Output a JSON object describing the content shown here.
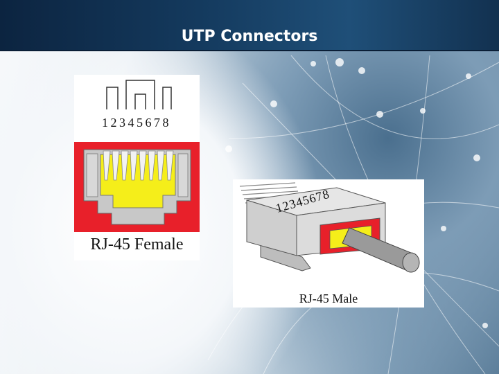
{
  "slide": {
    "title": "UTP Connectors"
  },
  "female": {
    "pin_numbers": "12345678",
    "caption": "RJ-45 Female"
  },
  "male": {
    "pin_numbers": "12345678",
    "caption": "RJ-45 Male"
  },
  "colors": {
    "housing_red": "#e8202a",
    "contact_yellow": "#f5ee1a",
    "plastic_gray": "#cfcfcf",
    "header_navy": "#143a5e"
  }
}
